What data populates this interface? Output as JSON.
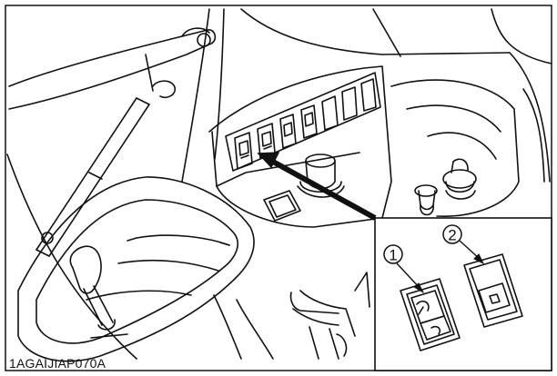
{
  "figure": {
    "code": "1AGAIJIAP070A",
    "callouts": [
      "1",
      "2"
    ],
    "colors": {
      "line": "#111111",
      "background": "#ffffff",
      "stipple": "#555555"
    }
  }
}
